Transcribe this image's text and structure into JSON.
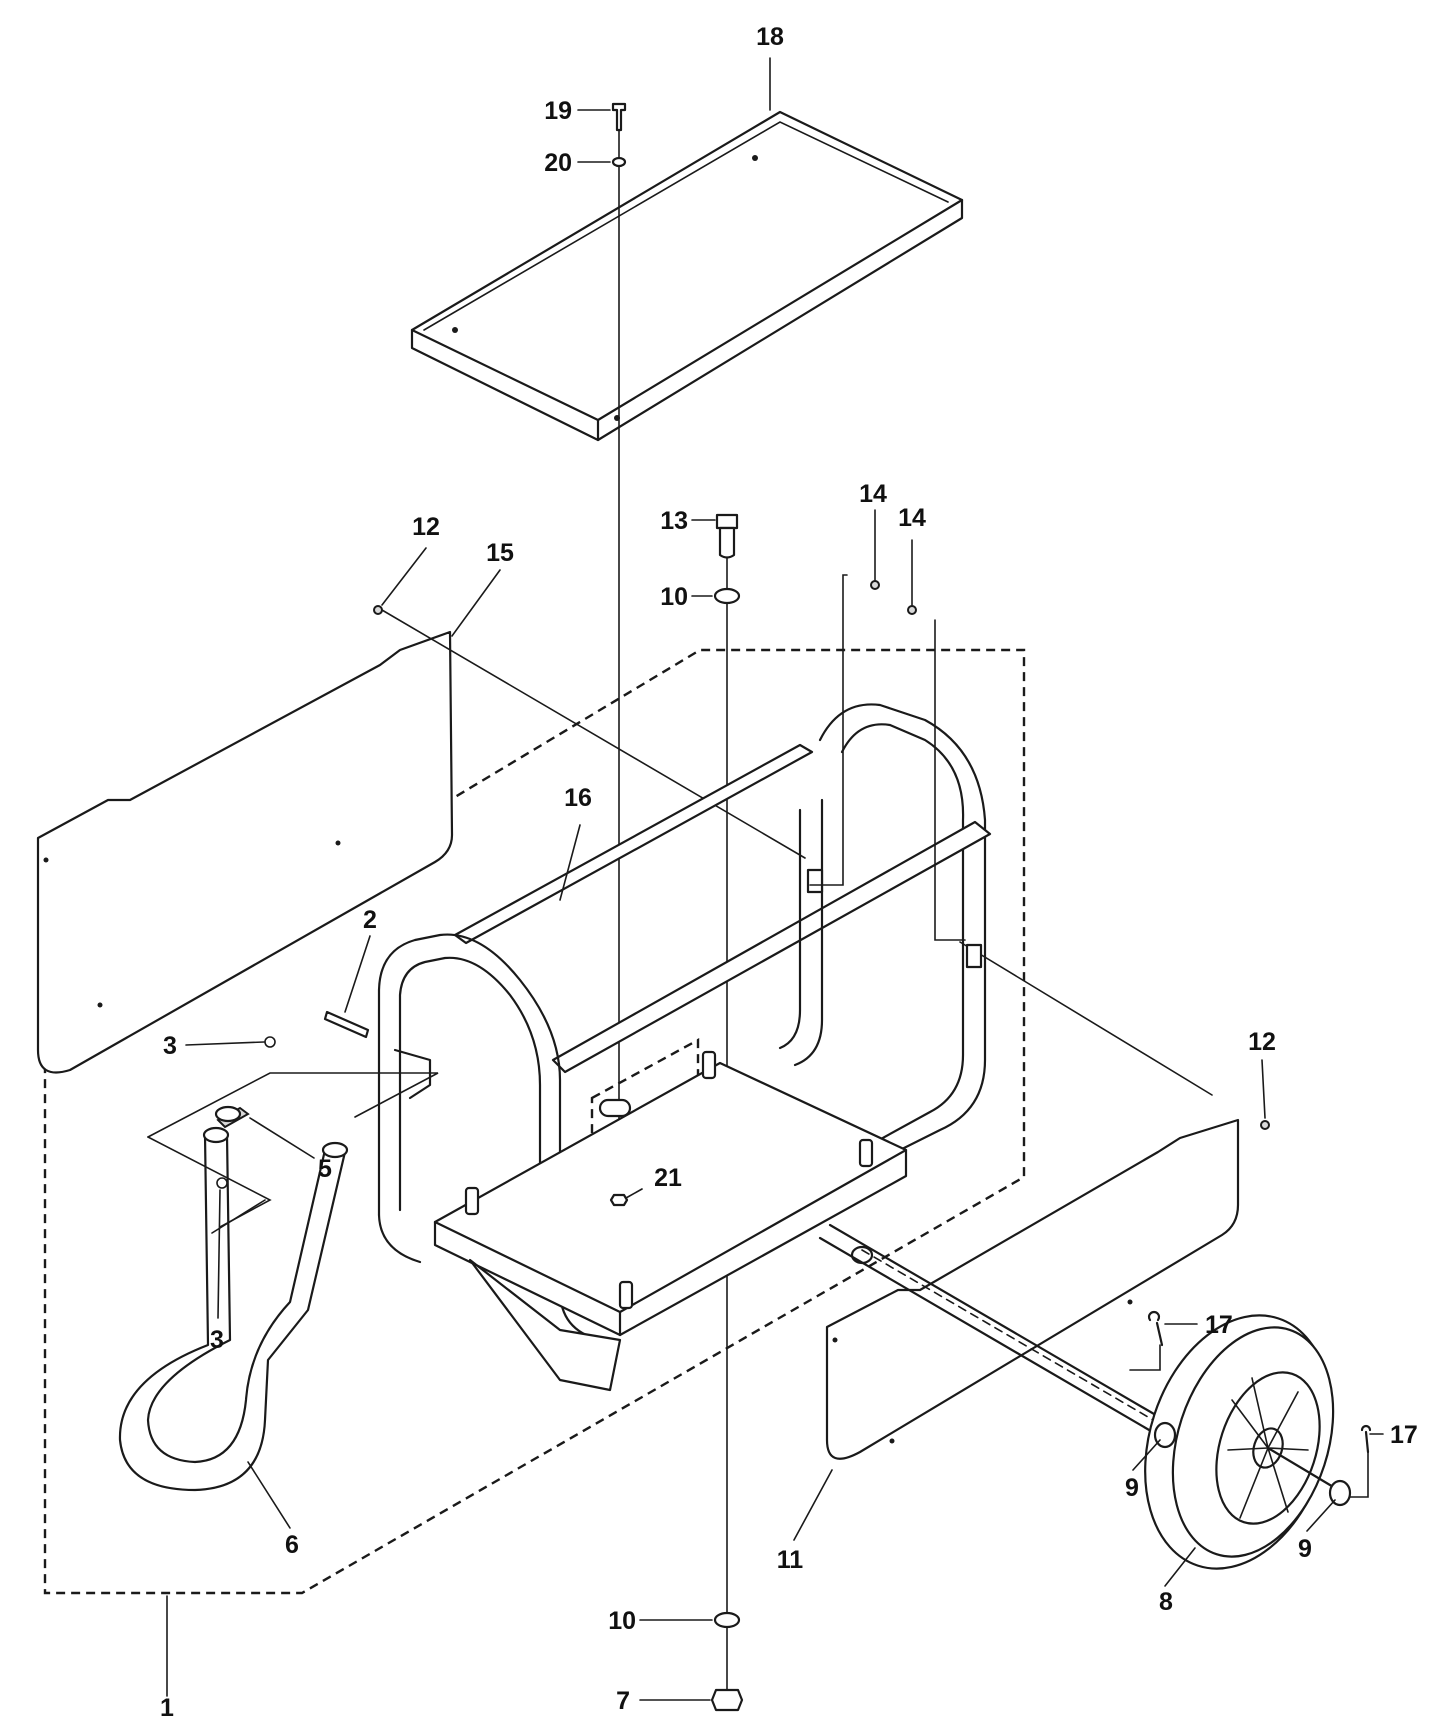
{
  "callouts": {
    "c1": "1",
    "c2": "2",
    "c3a": "3",
    "c3b": "3",
    "c5": "5",
    "c6": "6",
    "c7": "7",
    "c8": "8",
    "c9a": "9",
    "c9b": "9",
    "c10a": "10",
    "c10b": "10",
    "c11": "11",
    "c12a": "12",
    "c12b": "12",
    "c13": "13",
    "c14a": "14",
    "c14b": "14",
    "c15": "15",
    "c16": "16",
    "c17a": "17",
    "c17b": "17",
    "c18": "18",
    "c19": "19",
    "c20": "20",
    "c21": "21"
  },
  "colors": {
    "line": "#1a1a1a",
    "background": "#ffffff"
  }
}
